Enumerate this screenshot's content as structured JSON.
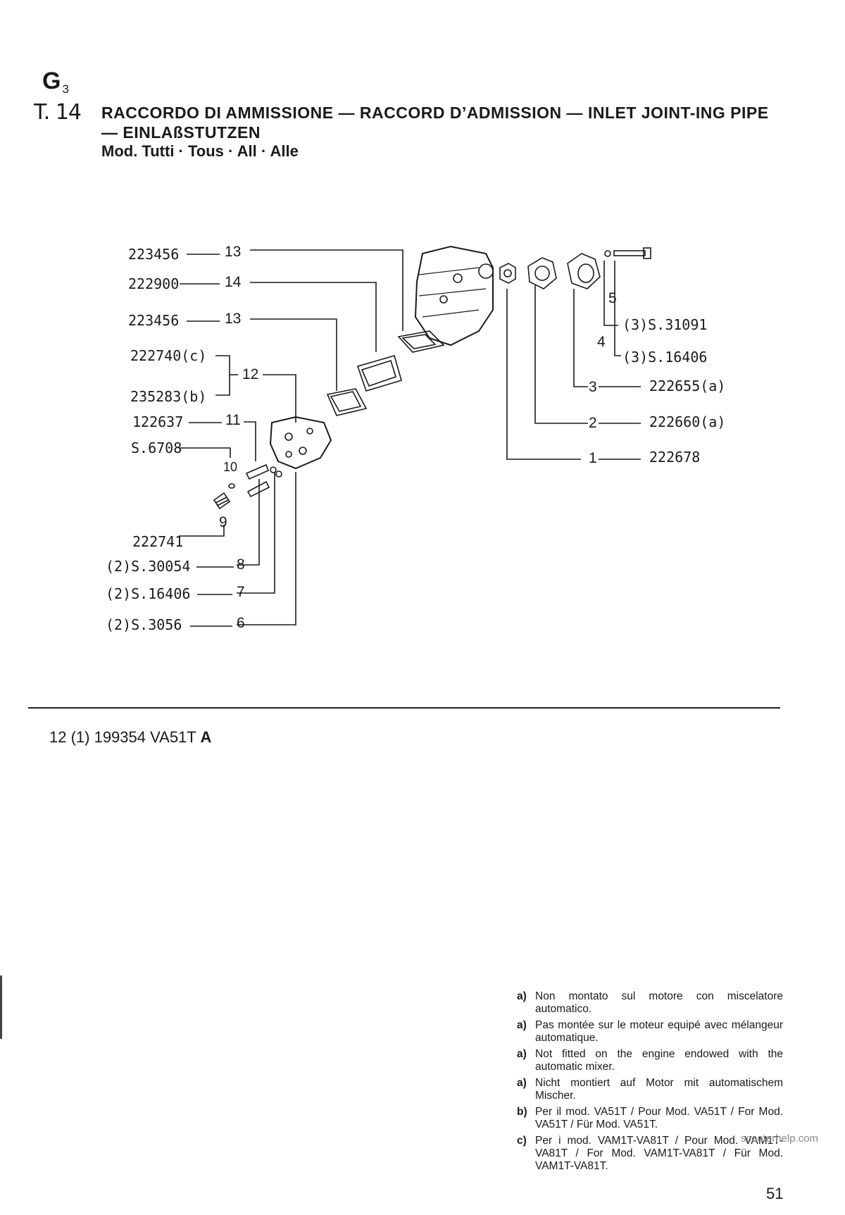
{
  "header": {
    "section": "G",
    "section_sub": "3"
  },
  "table": {
    "number": "T. 14",
    "title": "RACCORDO DI AMMISSIONE — RACCORD D’ADMISSION — INLET JOINT-ING PIPE — EINLAßSTUTZEN",
    "models": "Mod. Tutti · Tous · All · Alle"
  },
  "parts": [
    {
      "ref": "13",
      "code": "223456"
    },
    {
      "ref": "14",
      "code": "222900"
    },
    {
      "ref": "13",
      "code": "223456"
    },
    {
      "ref": "12",
      "code_c": "222740(c)",
      "code_b": "235283(b)"
    },
    {
      "ref": "11",
      "code": "122637"
    },
    {
      "ref": "10",
      "code": "S.6708"
    },
    {
      "ref": "9",
      "code": "222741"
    },
    {
      "ref": "8",
      "code": "(2)S.30054"
    },
    {
      "ref": "7",
      "code": "(2)S.16406"
    },
    {
      "ref": "6",
      "code": "(2)S.3056"
    },
    {
      "ref": "5",
      "code": "(3)S.31091"
    },
    {
      "ref": "4",
      "code": "(3)S.16406"
    },
    {
      "ref": "3",
      "code": "222655(a)"
    },
    {
      "ref": "2",
      "code": "222660(a)"
    },
    {
      "ref": "1",
      "code": "222678"
    }
  ],
  "extra_line": {
    "text": "12 (1) 199354 VA51T",
    "bold": "A"
  },
  "notes": [
    {
      "key": "a)",
      "text": "Non montato sul motore con miscelatore automatico."
    },
    {
      "key": "a)",
      "text": "Pas montée sur le moteur equipé avec mélangeur automatique."
    },
    {
      "key": "a)",
      "text": "Not fitted on the engine endowed with the automatic mixer."
    },
    {
      "key": "a)",
      "text": "Nicht montiert auf Motor mit automatischem Mischer."
    },
    {
      "key": "b)",
      "text": "Per il mod. VA51T / Pour Mod. VA51T / For Mod. VA51T / Für Mod. VA51T."
    },
    {
      "key": "c)",
      "text": "Per i mod. VAM1T-VA81T / Pour Mod. VAM1T-VA81T / For Mod. VAM1T-VA81T / Für Mod. VAM1T-VA81T."
    }
  ],
  "page_number": "51",
  "watermark": "scooterhelp.com"
}
